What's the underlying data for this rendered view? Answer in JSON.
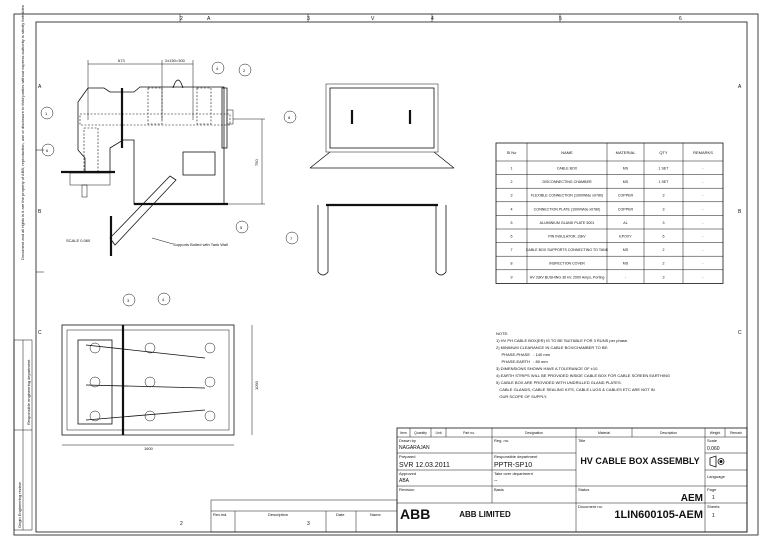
{
  "grid": {
    "top": [
      "2",
      "A",
      "3",
      "V",
      "4",
      "5",
      "6"
    ],
    "bottom": [
      "2",
      "3"
    ],
    "left": [
      "A",
      "B",
      "C"
    ],
    "right": [
      "A",
      "B",
      "C"
    ]
  },
  "side_note": "Document and all rights in it are the property of ABB; reproduction, use or disclosure to third parties without express authority is strictly forbidden",
  "side_labels": [
    "Origin Engineering review",
    "Responsible engineering department"
  ],
  "side_view": {
    "dims": [
      "673",
      "2x150=300",
      "750"
    ],
    "balloons": [
      "1",
      "2",
      "4",
      "5",
      "6"
    ],
    "scale_label": "SCALE 0.060",
    "support_note": "Supports Bolted with Tank Wall"
  },
  "front_view": {
    "balloons": [
      "7",
      "8"
    ]
  },
  "plan_view": {
    "balloons": [
      "3",
      "4"
    ],
    "dims": [
      "1600",
      "1090"
    ]
  },
  "parts_table": {
    "headers": [
      "Sl No",
      "NAME",
      "MATERIAL",
      "QTY",
      "REMARKS"
    ],
    "rows": [
      [
        "1",
        "CABLE BOX",
        "MS",
        "1 SET",
        "-"
      ],
      [
        "2",
        "DISCONNECTING CHAMBER",
        "MS",
        "1 SET",
        "-"
      ],
      [
        "3",
        "FLEXIBLE CONNECTION (1000Wide x0780)",
        "COPPER",
        "3",
        "-"
      ],
      [
        "4",
        "CONNECTION PLATE (1000Wide x0780)",
        "COPPER",
        "3",
        "-"
      ],
      [
        "5",
        "ALUMINIUM GLAND PLATE 5001",
        "AL",
        "3",
        "-"
      ],
      [
        "6",
        "PIN INSULATOR, 33kV",
        "EPOXY",
        "6",
        "-"
      ],
      [
        "7",
        "CABLE BOX SUPPORTS CONNECTING TO TANK",
        "MS",
        "2",
        "-"
      ],
      [
        "8",
        "INSPECTION COVER",
        "MS",
        "2",
        "-"
      ],
      [
        "9",
        "HV 33kV BUSHING 36 kV, 2000 Amps, Porting",
        "-",
        "3",
        "-"
      ]
    ]
  },
  "notes": {
    "title": "NOTE:",
    "lines": [
      "1) HV PH CABLE BOX(ER) IS TO BE SUITABLE FOR 3 RUNS per phase.",
      "2) MINIMUM CLEARANCE IN CABLE BOX/CHAMBER TO BE:",
      "     PHASE-PHASE   : 140 mm",
      "     PHASE-EARTH   : 80 mm",
      "3) DIMENSIONS SHOWN HAVE A TOLERANCE OF ±10.",
      "4) EARTH STRIPS WILL BE PROVIDED INSIDE CABLE BOX FOR CABLE SCREEN EARTHING",
      "5) CABLE BOX ARE PROVIDED WITH UNDRILLED GLAND PLATES.",
      "   CABLE GLANDS, CABLE SEALING KITS, CABLE LUGS & CABLES ETC ARE NOT IN",
      "   OUR SCOPE OF SUPPLY."
    ]
  },
  "title_block": {
    "header": [
      "Item",
      "Quantity",
      "Unit",
      "Part no.",
      "Designation",
      "Material",
      "Description",
      "Weight",
      "Remark"
    ],
    "drawn_by_label": "Drawn by",
    "drawn_by": "NAGARAJAN",
    "prepared_label": "Prepared",
    "prepared": "SVR 12.03.2011",
    "approved_label": "Approved",
    "approved": "ABA",
    "reg_label": "Reg. no.",
    "resp_dept_label": "Responsible department",
    "resp_dept": "PPTR-SP10",
    "take_over_label": "Take over department",
    "take_over": "--",
    "title_label": "Title",
    "title": "HV CABLE BOX ASSEMBLY",
    "scale_label": "Scale",
    "scale": "0.060",
    "language_label": "Language",
    "revision_label": "Revision",
    "basis_label": "Basis",
    "status_label": "Status",
    "status": "AEM",
    "company": "ABB LIMITED",
    "logo": "ABB",
    "doc_no_label": "Document no.",
    "doc_no": "1LIN600105-AEM",
    "page_label": "Page",
    "page": "1",
    "sheets_label": "Sheets",
    "sheets": "1"
  },
  "revision_block": [
    "Rev.ind.",
    "Description",
    "Date",
    "Name"
  ]
}
